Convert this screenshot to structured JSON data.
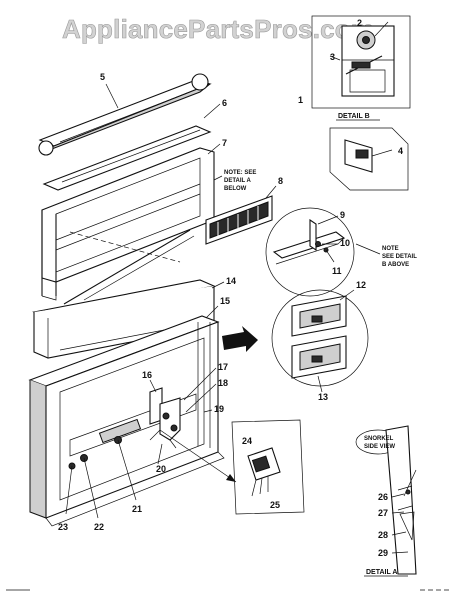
{
  "watermark": "AppliancePartsPros.com",
  "callouts": [
    "1",
    "2",
    "3",
    "4",
    "5",
    "6",
    "7",
    "8",
    "9",
    "10",
    "11",
    "12",
    "13",
    "14",
    "15",
    "16",
    "17",
    "18",
    "19",
    "20",
    "21",
    "22",
    "23",
    "24",
    "25",
    "26",
    "27",
    "28",
    "29"
  ],
  "notes": {
    "note_a_line1": "NOTE: SEE",
    "note_a_line2": "DETAIL A",
    "note_a_line3": "BELOW",
    "note_b_line1": "NOTE",
    "note_b_line2": "SEE DETAIL",
    "note_b_line3": "B ABOVE",
    "snorkel_line1": "SNORKEL",
    "snorkel_line2": "SIDE VIEW"
  },
  "details": {
    "detail_b": "DETAIL B",
    "detail_a": "DETAIL A"
  }
}
